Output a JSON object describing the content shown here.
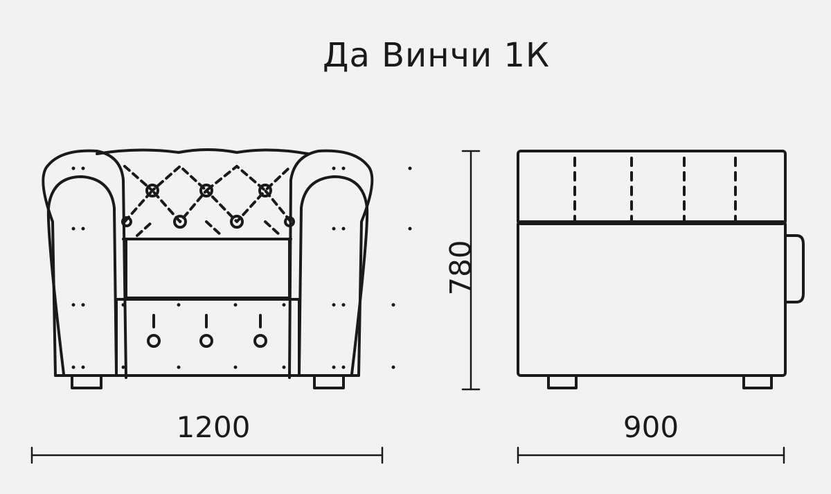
{
  "title": "Да Винчи 1К",
  "dimensions": {
    "width": "1200",
    "height": "780",
    "depth": "900"
  },
  "colors": {
    "background": "#f2f2f2",
    "stroke": "#1a1a1a"
  }
}
